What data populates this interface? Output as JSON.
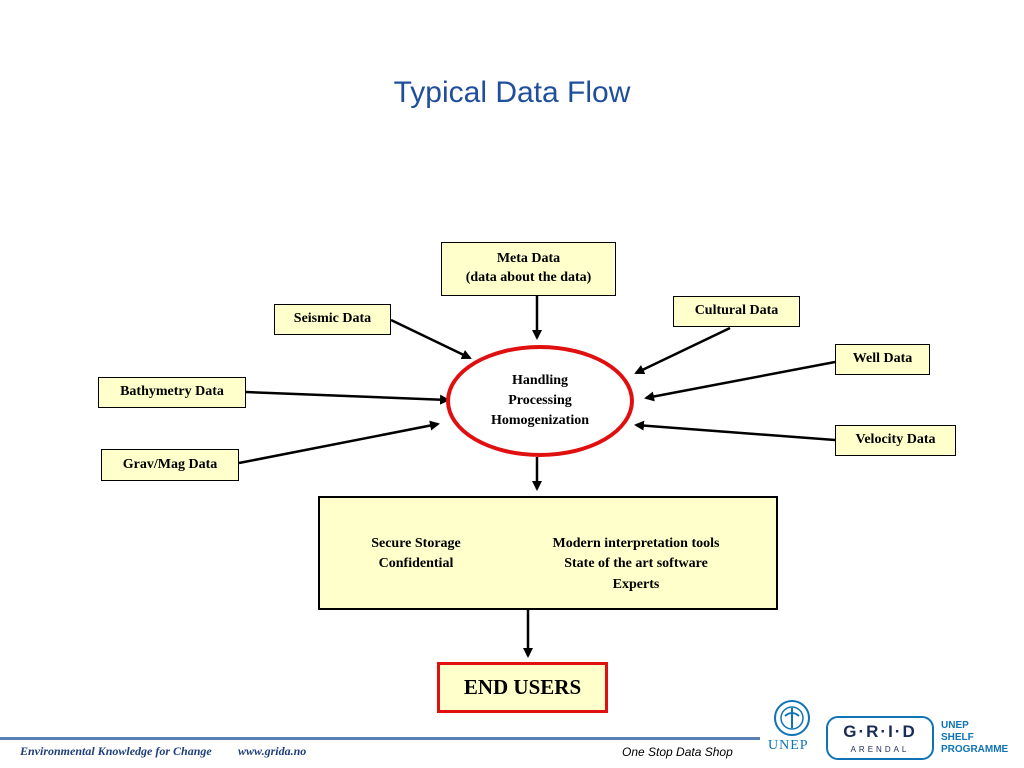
{
  "title": "Typical Data Flow",
  "nodes": {
    "meta": {
      "line1": "Meta Data",
      "line2": "(data about the data)"
    },
    "seismic": "Seismic Data",
    "cultural": "Cultural Data",
    "well": "Well Data",
    "bathymetry": "Bathymetry Data",
    "velocity": "Velocity Data",
    "gravmag": "Grav/Mag Data"
  },
  "center": {
    "line1": "Handling",
    "line2": "Processing",
    "line3": "Homogenization"
  },
  "storage": {
    "left": [
      "Secure Storage",
      "Confidential"
    ],
    "right": [
      "Modern interpretation tools",
      "State of the art software",
      "Experts"
    ]
  },
  "end_users": "END USERS",
  "footer": {
    "tagline": "Environmental Knowledge for Change",
    "url": "www.grida.no",
    "right": "One Stop Data Shop"
  },
  "logos": {
    "unep": "UNEP",
    "grid_word": "G·R·I·D",
    "grid_sub": "ARENDAL",
    "shelf": [
      "UNEP",
      "SHELF",
      "PROGRAMME"
    ]
  },
  "colors": {
    "title": "#1f4e9c",
    "box_fill": "#ffffcc",
    "accent_red": "#e01010",
    "logo_blue": "#0f73b5"
  }
}
